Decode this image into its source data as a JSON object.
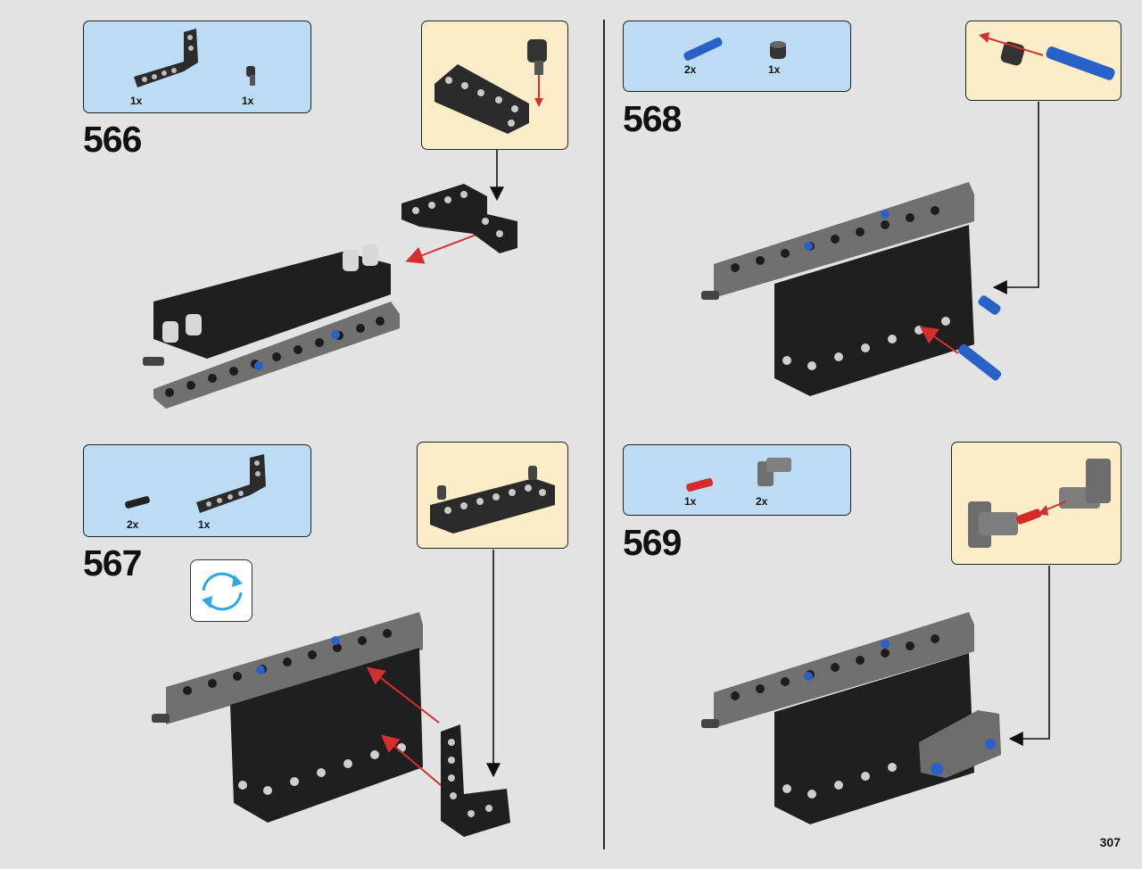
{
  "page": {
    "number": "307"
  },
  "steps": [
    {
      "number": "566",
      "parts": [
        {
          "qty": "1x"
        },
        {
          "qty": "1x"
        }
      ]
    },
    {
      "number": "567",
      "parts": [
        {
          "qty": "2x"
        },
        {
          "qty": "1x"
        }
      ]
    },
    {
      "number": "568",
      "parts": [
        {
          "qty": "2x"
        },
        {
          "qty": "1x"
        }
      ]
    },
    {
      "number": "569",
      "parts": [
        {
          "qty": "1x"
        },
        {
          "qty": "2x"
        }
      ]
    }
  ],
  "colors": {
    "background": "#e3e3e3",
    "parts_box": "#bcdcf4",
    "callout_box": "#fbedc7",
    "beam": "#2b2b2b",
    "grey_beam": "#707070",
    "pin_blue": "#2a61c9",
    "pin_red": "#d42a2a",
    "arrow_red": "#d32f2f",
    "rotate_icon": "#2ea8e0"
  },
  "icons": [
    "rotate-model-icon"
  ]
}
